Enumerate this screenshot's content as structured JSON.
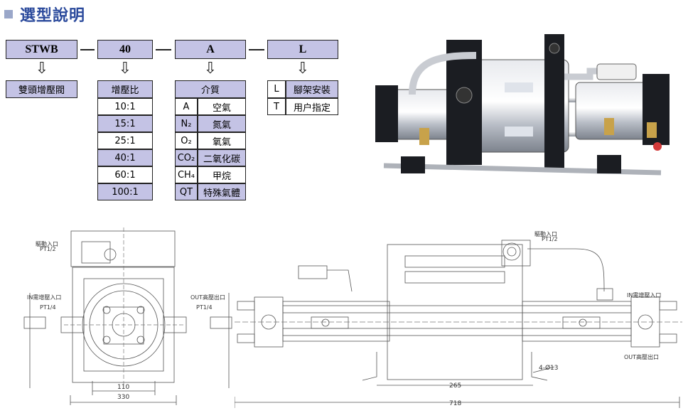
{
  "title": "選型說明",
  "codes": [
    {
      "code": "STWB"
    },
    {
      "code": "40"
    },
    {
      "code": "A"
    },
    {
      "code": "L"
    }
  ],
  "separator": "—",
  "arrow_glyph": "⇩",
  "table1": {
    "header": "雙頭增壓閥"
  },
  "table2": {
    "header": "增壓比",
    "rows": [
      "10:1",
      "15:1",
      "25:1",
      "40:1",
      "60:1",
      "100:1"
    ]
  },
  "table3": {
    "header": "介質",
    "rows": [
      {
        "code": "A",
        "name": "空氣"
      },
      {
        "code": "N₂",
        "name": "氮氣"
      },
      {
        "code": "O₂",
        "name": "氧氣"
      },
      {
        "code": "CO₂",
        "name": "二氧化碳"
      },
      {
        "code": "CH₄",
        "name": "甲烷"
      },
      {
        "code": "QT",
        "name": "特殊氣體"
      }
    ]
  },
  "table4": {
    "rows": [
      {
        "code": "L",
        "name": "腳架安裝"
      },
      {
        "code": "T",
        "name": "用户指定"
      }
    ]
  },
  "drawing_left": {
    "drive_label": "驅動入口",
    "drive_thread": "PT1/2",
    "in_label": "IN需增壓入口",
    "in_thread": "PT1/4",
    "out_label": "OUT高壓出口",
    "out_thread": "PT1/4",
    "dim_inner": "110",
    "dim_outer": "330"
  },
  "drawing_right": {
    "drive_label": "驅動入口",
    "drive_thread": "PT1/2",
    "in_label": "IN需增壓入口",
    "out_label": "OUT高壓出口",
    "holes": "4-Ø13",
    "dim_mount": "265",
    "dim_total": "718"
  },
  "colors": {
    "title": "#2b4a9c",
    "lavender": "#c4c3e5",
    "bullet": "#9aa7c9"
  }
}
